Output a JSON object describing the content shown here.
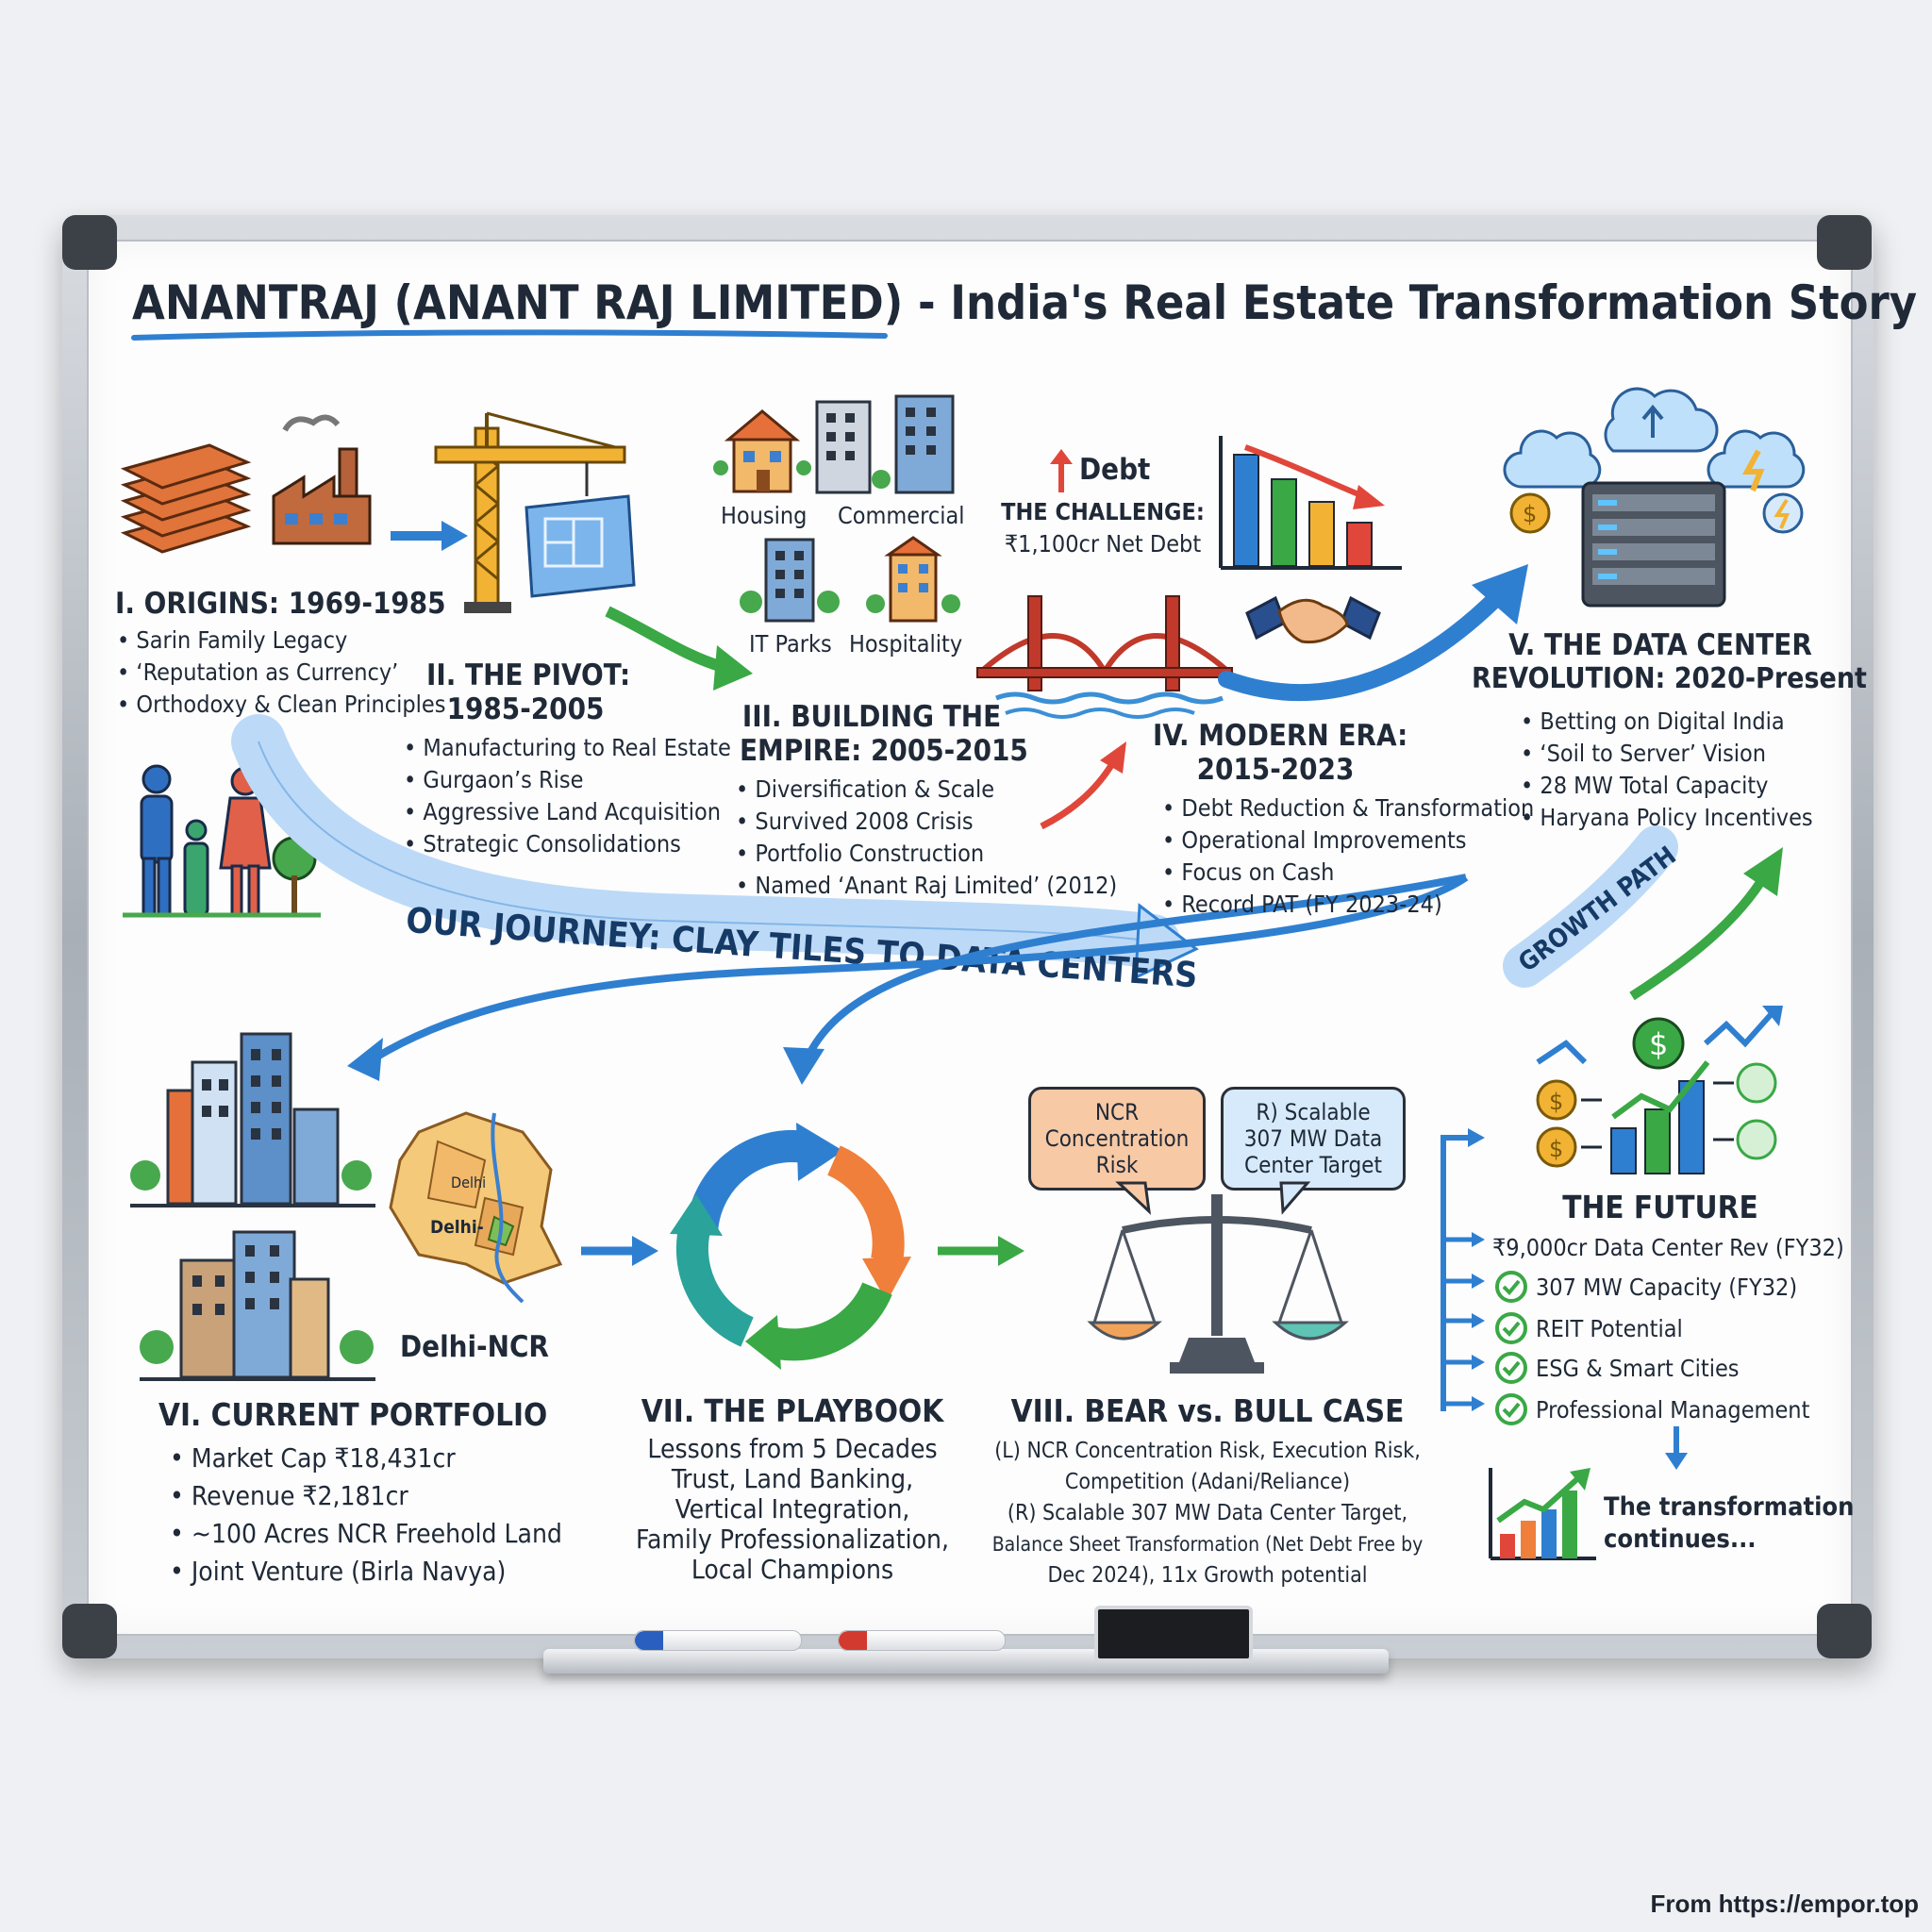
{
  "title": {
    "highlight": "ANANTRAJ (ANANT RAJ LIMITED)",
    "rest": " - India's Real Estate Transformation Story"
  },
  "sections": {
    "origins": {
      "heading": "I. ORIGINS: 1969-1985",
      "bullets": [
        "Sarin Family Legacy",
        "‘Reputation as Currency’",
        "Orthodoxy & Clean Principles"
      ]
    },
    "pivot": {
      "heading_l1": "II. THE PIVOT:",
      "heading_l2": "1985-2005",
      "bullets": [
        "Manufacturing to Real Estate",
        "Gurgaon’s Rise",
        "Aggressive Land Acquisition",
        "Strategic Consolidations"
      ]
    },
    "building": {
      "heading_l1": "III. BUILDING THE",
      "heading_l2": "EMPIRE: 2005-2015",
      "bullets": [
        "Diversification & Scale",
        "Survived 2008 Crisis",
        "Portfolio Construction",
        "Named ‘Anant Raj Limited’ (2012)"
      ],
      "labels": {
        "housing": "Housing",
        "commercial": "Commercial",
        "it_parks": "IT Parks",
        "hospitality": "Hospitality"
      }
    },
    "modern": {
      "heading_l1": "IV. MODERN ERA:",
      "heading_l2": "2015-2023",
      "bullets": [
        "Debt Reduction & Transformation",
        "Operational Improvements",
        "Focus on Cash",
        "Record PAT (FY 2023-24)"
      ],
      "debt_label": "Debt",
      "challenge_l1": "THE CHALLENGE:",
      "challenge_l2": "₹1,100cr Net Debt"
    },
    "datacenter": {
      "heading_l1": "V. THE DATA CENTER",
      "heading_l2": "REVOLUTION: 2020-Present",
      "bullets": [
        "Betting on Digital India",
        "‘Soil to Server’ Vision",
        "28 MW Total Capacity",
        "Haryana Policy Incentives"
      ]
    },
    "portfolio": {
      "heading": "VI. CURRENT PORTFOLIO",
      "map_label": "Delhi-NCR",
      "map_small_1": "Delhi",
      "map_small_2": "Delhi-",
      "bullets": [
        "Market Cap ₹18,431cr",
        "Revenue ₹2,181cr",
        "~100 Acres NCR Freehold Land",
        "Joint Venture (Birla Navya)"
      ]
    },
    "playbook": {
      "heading": "VII. THE PLAYBOOK",
      "lines": [
        "Lessons from 5 Decades",
        "Trust, Land Banking,",
        "Vertical Integration,",
        "Family Professionalization,",
        "Local Champions"
      ]
    },
    "bearbull": {
      "heading": "VIII. BEAR vs. BULL CASE",
      "bubble_left": [
        "NCR",
        "Concentration",
        "Risk"
      ],
      "bubble_right": [
        "R) Scalable",
        "307 MW Data",
        "Center Target"
      ],
      "lines": [
        "(L) NCR Concentration Risk, Execution Risk,",
        "Competition (Adani/Reliance)",
        "(R) Scalable 307 MW Data Center Target,",
        "Balance Sheet Transformation (Net Debt Free by",
        "Dec 2024), 11x Growth potential"
      ]
    },
    "future": {
      "heading": "THE FUTURE",
      "items": [
        "₹9,000cr Data Center Rev (FY32)",
        "307 MW Capacity (FY32)",
        "REIT Potential",
        "ESG & Smart Cities",
        "Professional Management"
      ],
      "closing_l1": "The transformation",
      "closing_l2": "continues..."
    }
  },
  "banners": {
    "journey": "OUR JOURNEY: CLAY TILES TO DATA CENTERS",
    "growth": "GROWTH PATH"
  },
  "footer": {
    "credit": "From https://empor.top"
  },
  "colors": {
    "blue": "#2f7fd1",
    "green": "#3aa845",
    "red": "#e0473a",
    "orange": "#ef7f3a",
    "teal": "#2aa39a",
    "banner_fill": "#d6e9fb"
  },
  "icons": [
    "clay-tiles-icon",
    "factory-icon",
    "crane-icon",
    "blueprint-icon",
    "family-icon",
    "bridge-icon",
    "handshake-icon",
    "declining-chart-icon",
    "cloud-server-icon",
    "city-icon",
    "map-icon",
    "cycle-icon",
    "scale-icon",
    "growth-chart-icon",
    "check-icon"
  ]
}
